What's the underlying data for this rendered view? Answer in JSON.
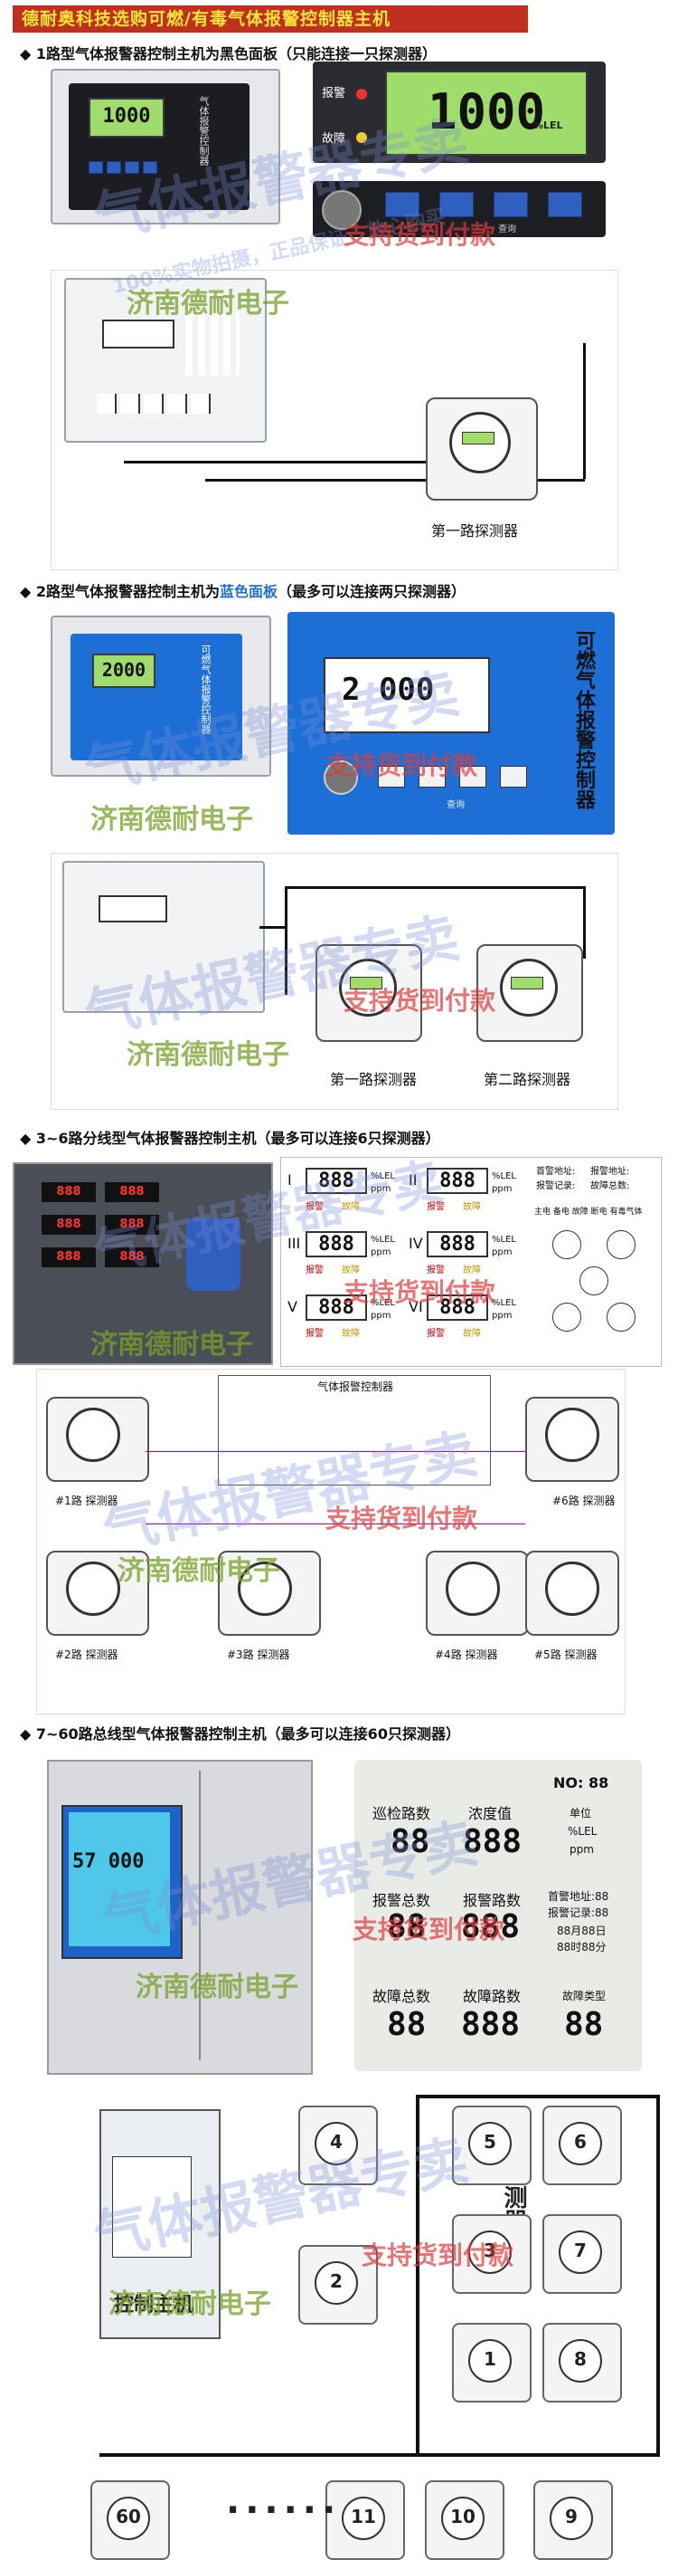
{
  "banner": {
    "text": "德耐奥科技选购可燃/有毒气体报警控制器主机"
  },
  "sections": {
    "s1": {
      "title": "1路型气体报警器控制主机为黑色面板（只能连接一只探测器）"
    },
    "s2": {
      "title_pre": "2路型气体报警器控制主机为",
      "title_hl": "蓝色面板",
      "title_post": "（最多可以连接两只探测器）"
    },
    "s3": {
      "title": "3~6路分线型气体报警器控制主机（最多可以连接6只探测器）"
    },
    "s4": {
      "title": "7~60路总线型气体报警器控制主机（最多可以连接60只探测器）"
    }
  },
  "s1": {
    "unit_reading": "1000",
    "zoom_reading": "1000",
    "zoom_unit": "%LEL",
    "alarm_label": "报警",
    "fault_label": "故障",
    "query_label": "查询",
    "vertical_text": "气体报警控制器",
    "detector_label": "第一路探测器"
  },
  "s2": {
    "unit_reading": "2000",
    "zoom_reading": "2 000",
    "vertical_text": "可燃气体报警控制器",
    "detector1_label": "第一路探测器",
    "detector2_label": "第二路探测器",
    "buttons_label": "查询"
  },
  "s3": {
    "channels": [
      {
        "roman": "I",
        "reading": "888",
        "unit1": "%LEL",
        "unit2": "ppm"
      },
      {
        "roman": "II",
        "reading": "888",
        "unit1": "%LEL",
        "unit2": "ppm"
      },
      {
        "roman": "III",
        "reading": "888",
        "unit1": "%LEL",
        "unit2": "ppm"
      },
      {
        "roman": "IV",
        "reading": "888",
        "unit1": "%LEL",
        "unit2": "ppm"
      },
      {
        "roman": "V",
        "reading": "888",
        "unit1": "%LEL",
        "unit2": "ppm"
      },
      {
        "roman": "VI",
        "reading": "888",
        "unit1": "%LEL",
        "unit2": "ppm"
      }
    ],
    "alarm": "报警",
    "fault": "故障",
    "top_notes": [
      "首警地址:",
      "报警地址:",
      "报警记录:",
      "故障总数:"
    ],
    "legend_line": "主电 备电 故障 断电 有毒气体",
    "wiring_title": "气体报警控制器",
    "detectors": [
      "#1路 探测器",
      "#2路 探测器",
      "#3路 探测器",
      "#4路 探测器",
      "#5路 探测器",
      "#6路 探测器"
    ]
  },
  "s4": {
    "unit_reading_1": "57 000",
    "panel": {
      "no_label": "NO:",
      "no_value": "88",
      "cruise_label": "巡检路数",
      "cruise_value": "88",
      "conc_label": "浓度值",
      "conc_value": "888",
      "unit_label": "单位",
      "unit_lel": "%LEL",
      "unit_ppm": "ppm",
      "alarm_total_label": "报警总数",
      "alarm_total_value": "88",
      "alarm_ch_label": "报警路数",
      "alarm_ch_value": "888",
      "first_alarm": "首警地址:",
      "first_alarm_value": "88",
      "alarm_record": "报警记录:",
      "alarm_record_value": "88",
      "time_line_1": "88月88日",
      "time_line_2": "88时88分",
      "fault_total_label": "故障总数",
      "fault_total_value": "88",
      "fault_ch_label": "故障路数",
      "fault_ch_value": "888",
      "fault_type_label": "故障类型",
      "fault_type_value": "88"
    },
    "host_label": "控制主机",
    "probe_label": "探测器",
    "nodes": [
      "4",
      "2",
      "5",
      "6",
      "3",
      "7",
      "1",
      "8",
      "60",
      "11",
      "10",
      "9"
    ],
    "ellipsis": "......"
  },
  "watermark": {
    "big": "气体报警器专卖",
    "mid": "100%实物拍摄，正品保证，放心购买",
    "company": "济南德耐电子",
    "support": "支持货到付款"
  }
}
